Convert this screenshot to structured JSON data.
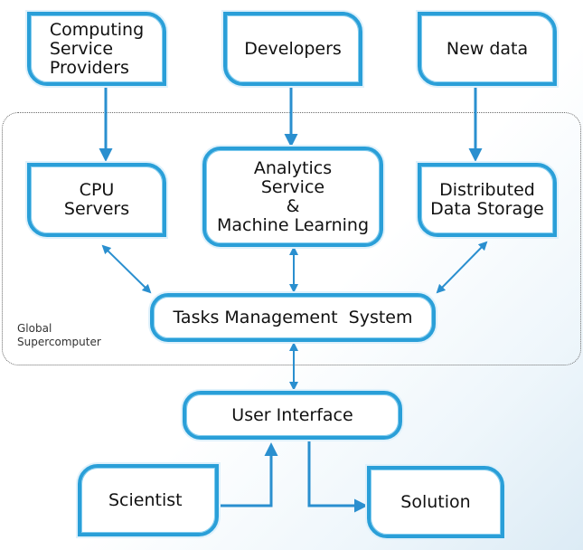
{
  "diagram": {
    "region_label": "Global\nSupercomputer",
    "nodes": {
      "computing_service_providers": "Computing\nService\nProviders",
      "developers": "Developers",
      "new_data": "New data",
      "cpu_servers": "CPU\nServers",
      "analytics_ml": "Analytics\nService\n&\nMachine Learning",
      "distributed_storage": "Distributed\nData Storage",
      "tasks_management": "Tasks Management  System",
      "user_interface": "User Interface",
      "scientist": "Scientist",
      "solution": "Solution"
    },
    "colors": {
      "border": "#2a9fd8",
      "arrow": "#2a8fcf"
    }
  }
}
